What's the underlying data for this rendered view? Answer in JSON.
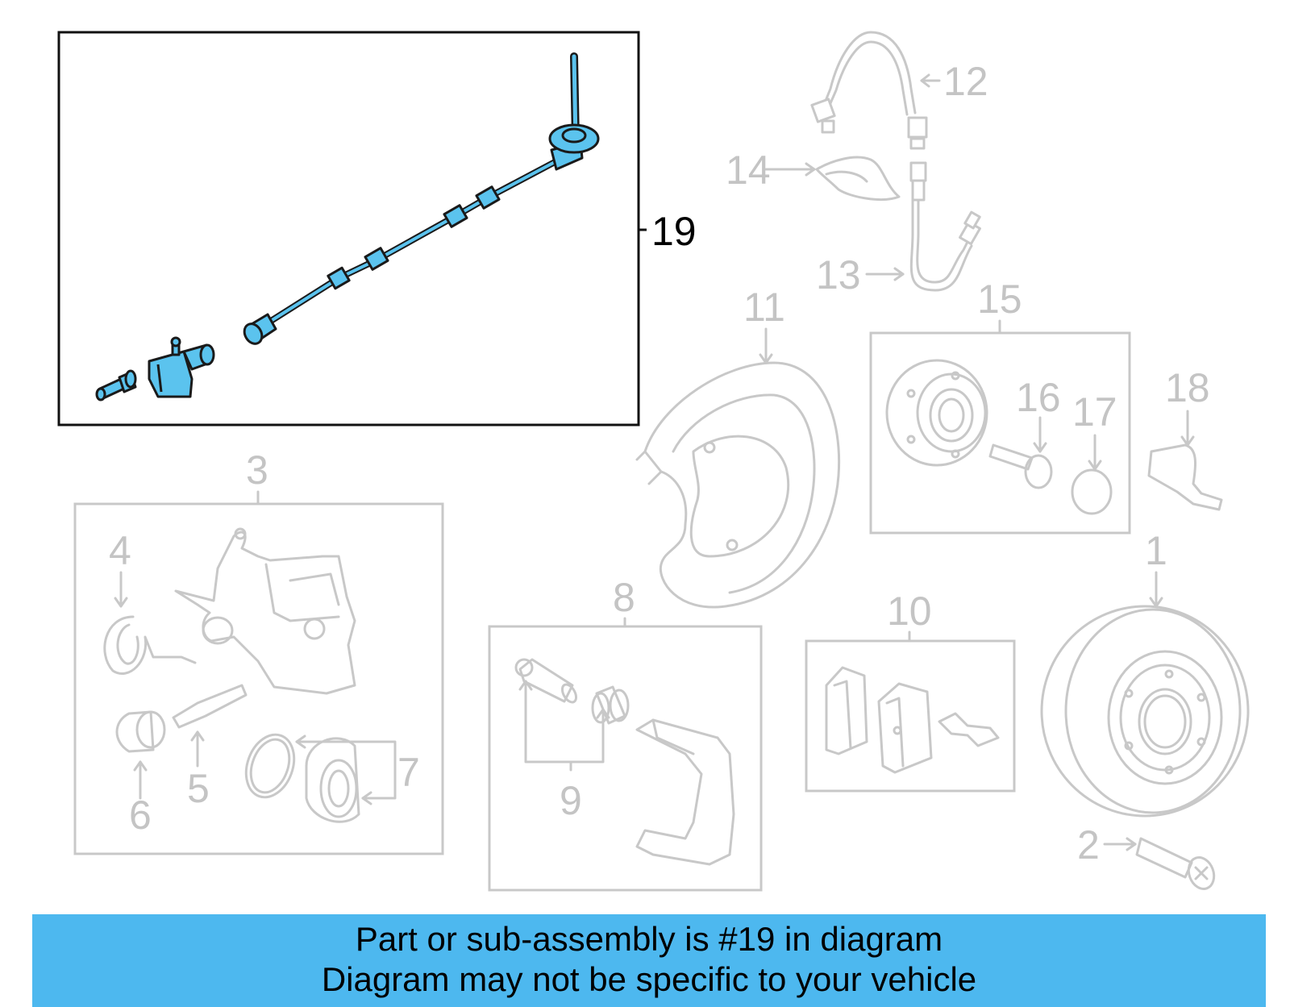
{
  "callouts": {
    "c1": "1",
    "c2": "2",
    "c3": "3",
    "c4": "4",
    "c5": "5",
    "c6": "6",
    "c7": "7",
    "c8": "8",
    "c9": "9",
    "c10": "10",
    "c11": "11",
    "c12": "12",
    "c13": "13",
    "c14": "14",
    "c15": "15",
    "c16": "16",
    "c17": "17",
    "c18": "18",
    "c19": "19"
  },
  "highlighted_part": "19",
  "colors": {
    "highlight": "#5bc3ee",
    "banner": "#4db8ef",
    "faded": "#c8c8c8"
  },
  "banner": {
    "line1": "Part or sub-assembly is #19 in diagram",
    "line2": "Diagram may not be specific to your vehicle"
  }
}
